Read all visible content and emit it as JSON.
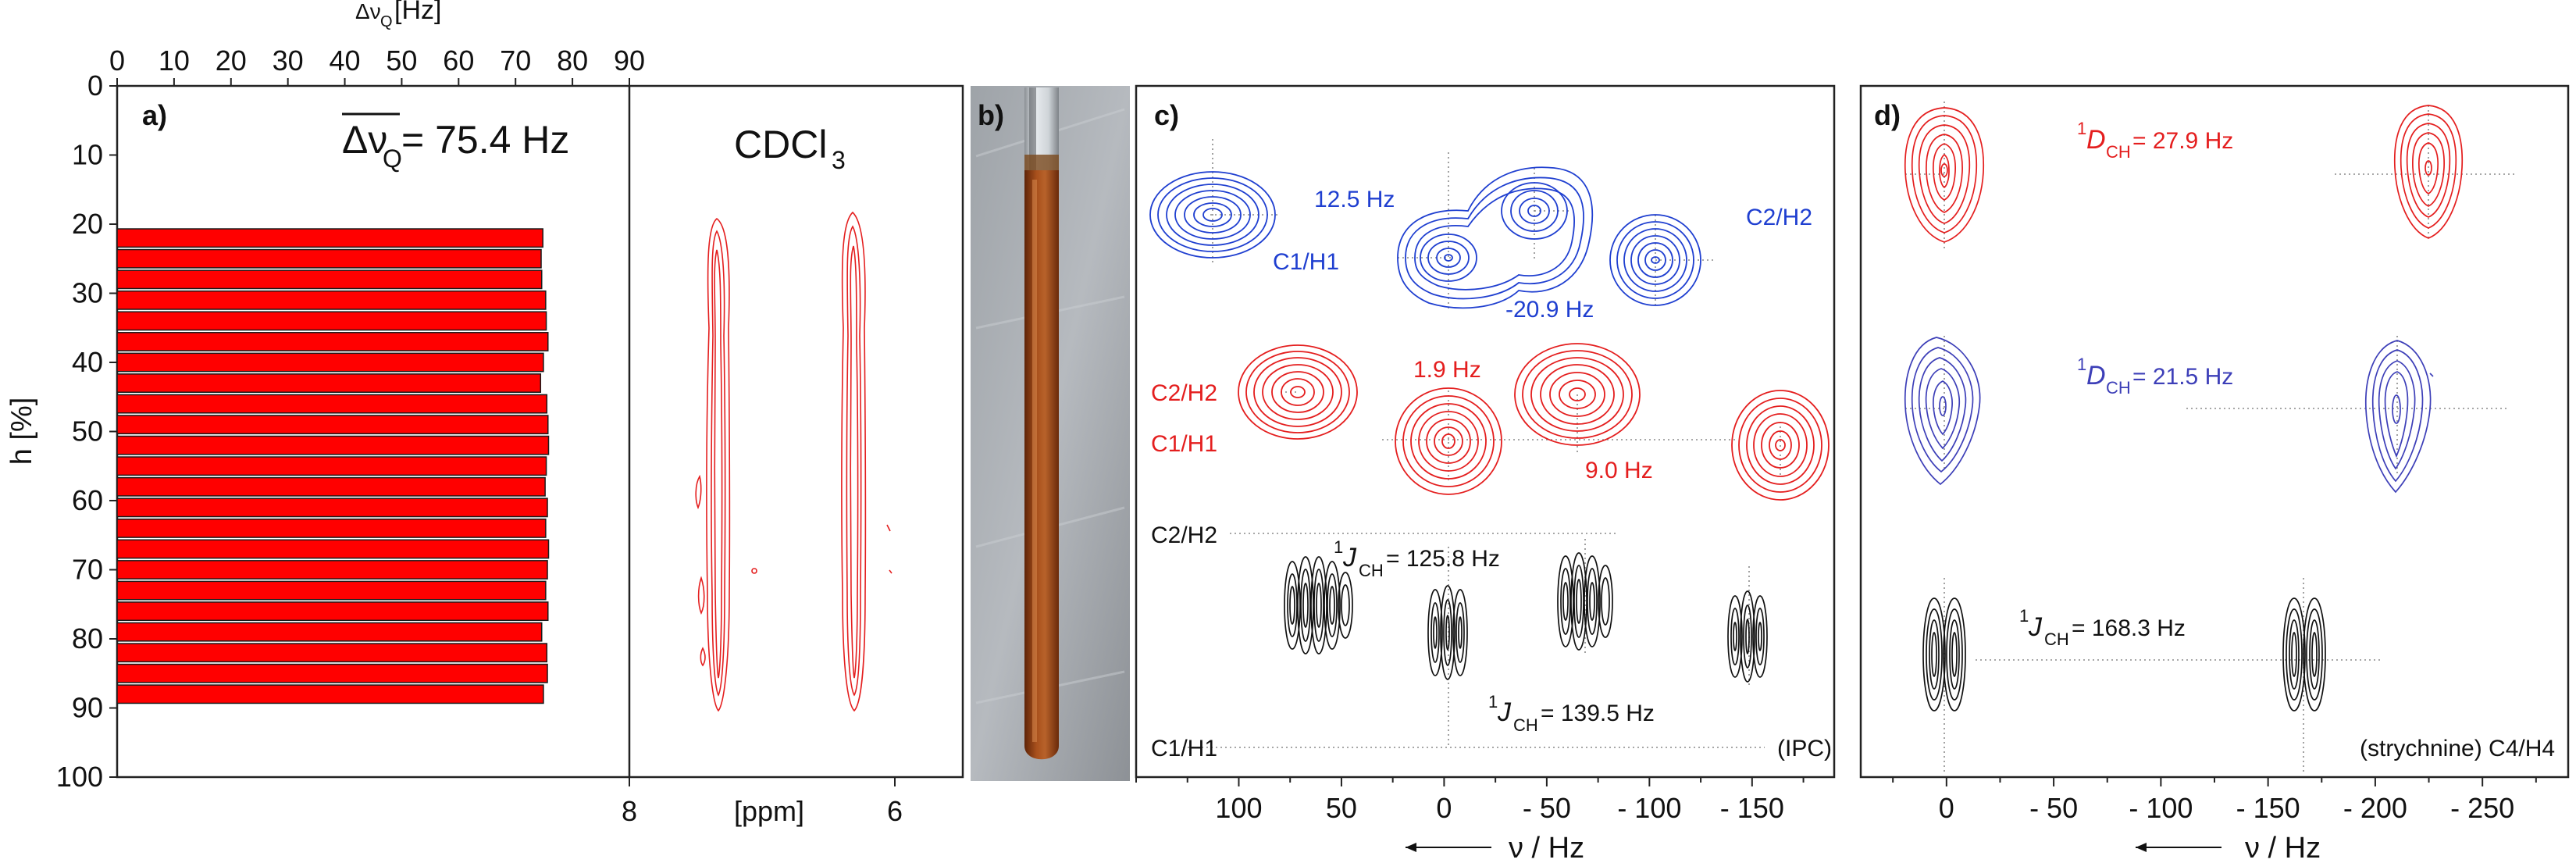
{
  "colors": {
    "bar_fill": "#ff0000",
    "bar_edge": "#1a1a1a",
    "contour_red": "#e41e1e",
    "contour_blue": "#1f3fd0",
    "contour_violet": "#3d3fb8",
    "contour_black": "#111111",
    "dotted_guides": "#8a8a8a",
    "tube_liquid": "#8b3a12"
  },
  "panels": {
    "a": {
      "label": "a)",
      "mean_title": "Δν̅",
      "mean_sub": "Q",
      "mean_value": "= 75.4 Hz",
      "solvent": "CDCl",
      "solvent_sub": "3"
    },
    "b": {
      "label": "b)"
    },
    "c": {
      "label": "c)",
      "annotations": [
        {
          "id": "c-12-5",
          "text": "12.5 Hz",
          "color": "blue"
        },
        {
          "id": "c-c1h1-blue",
          "text": "C1/H1",
          "color": "blue"
        },
        {
          "id": "c-c2h2-blue",
          "text": "C2/H2",
          "color": "blue"
        },
        {
          "id": "c-minus-20-9",
          "text": "-20.9 Hz",
          "color": "blue"
        },
        {
          "id": "c-c2h2-red",
          "text": "C2/H2",
          "color": "red"
        },
        {
          "id": "c-c1h1-red",
          "text": "C1/H1",
          "color": "red"
        },
        {
          "id": "c-1-9",
          "text": "1.9 Hz",
          "color": "red"
        },
        {
          "id": "c-9-0",
          "text": "9.0 Hz",
          "color": "red"
        },
        {
          "id": "c-c2h2-black",
          "text": "C2/H2",
          "color": "black"
        },
        {
          "id": "c-c1h1-black",
          "text": "C1/H1",
          "color": "black"
        },
        {
          "id": "c-ipc",
          "text": "(IPC)",
          "color": "black"
        }
      ],
      "j_labels": [
        {
          "id": "c-j1",
          "sup": "1",
          "sym": "J",
          "sub": "CH",
          "value": " = 125.8 Hz"
        },
        {
          "id": "c-j2",
          "sup": "1",
          "sym": "J",
          "sub": "CH",
          "value": " = 139.5 Hz"
        }
      ]
    },
    "d": {
      "label": "d)",
      "d_labels": [
        {
          "id": "d-red",
          "sup": "1",
          "sym": "D",
          "sub": "CH",
          "value": " = 27.9 Hz",
          "color": "red"
        },
        {
          "id": "d-blue",
          "sup": "1",
          "sym": "D",
          "sub": "CH",
          "value": " = 21.5 Hz",
          "color": "violet"
        }
      ],
      "j_label": {
        "sup": "1",
        "sym": "J",
        "sub": "CH",
        "value": " = 168.3 Hz"
      },
      "note": "(strychnine) C4/H4"
    }
  },
  "chart_data": [
    {
      "panel": "a",
      "type": "bar",
      "orientation": "horizontal",
      "xlabel_main": "Δν",
      "xlabel_sub": "Q",
      "xlabel_unit": " [Hz]",
      "ylabel": "h [%]",
      "xlim": [
        0,
        90
      ],
      "ylim": [
        0,
        100
      ],
      "x_ticks": [
        0,
        10,
        20,
        30,
        40,
        50,
        60,
        70,
        80,
        90
      ],
      "y_ticks": [
        0,
        10,
        20,
        30,
        40,
        50,
        60,
        70,
        80,
        90,
        100
      ],
      "h_percent": [
        22,
        25,
        28,
        31,
        34,
        37,
        40,
        43,
        46,
        49,
        52,
        55,
        58,
        61,
        64,
        67,
        70,
        73,
        76,
        79,
        82,
        85,
        88
      ],
      "values": [
        74.8,
        74.5,
        74.6,
        75.3,
        75.4,
        75.7,
        74.9,
        74.4,
        75.5,
        75.7,
        75.8,
        75.4,
        75.2,
        75.6,
        75.3,
        75.8,
        75.6,
        75.3,
        75.7,
        74.6,
        75.5,
        75.6,
        74.9
      ]
    },
    {
      "panel": "a-right",
      "type": "contour",
      "xlabel": "[ppm]",
      "x_ticks": [
        "8",
        "6"
      ],
      "xlim": [
        8,
        5.5
      ]
    },
    {
      "panel": "c",
      "type": "contour",
      "xlabel": "ν / Hz",
      "xlim": [
        150,
        -190
      ],
      "x_ticks": [
        100,
        50,
        0,
        -50,
        -100,
        -150
      ],
      "x_tick_labels": [
        "100",
        "50",
        "0",
        "- 50",
        "- 100",
        "- 150"
      ]
    },
    {
      "panel": "d",
      "type": "contour",
      "xlabel": "ν / Hz",
      "xlim": [
        40,
        -290
      ],
      "x_ticks": [
        0,
        -50,
        -100,
        -150,
        -200,
        -250
      ],
      "x_tick_labels": [
        "0",
        "- 50",
        "- 100",
        "- 150",
        "- 200",
        "- 250"
      ]
    }
  ]
}
